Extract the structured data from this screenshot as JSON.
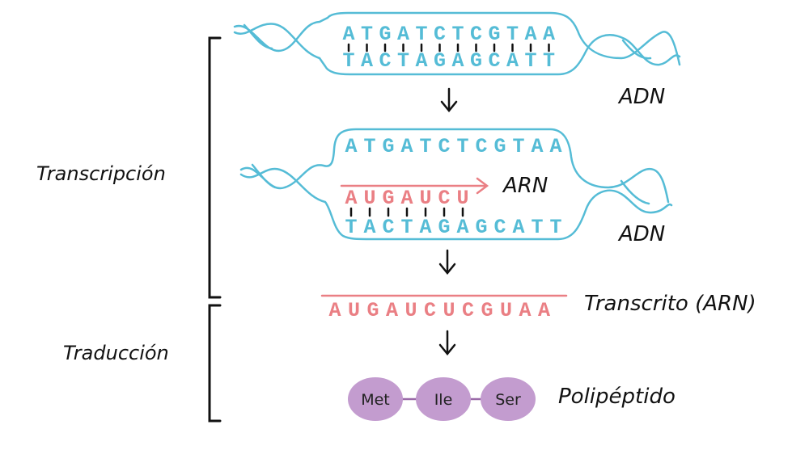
{
  "labels": {
    "transcription": "Transcripción",
    "translation": "Traducción",
    "dna_top": "ADN",
    "dna_bottom": "ADN",
    "rna": "ARN",
    "transcript": "Transcrito (ARN)",
    "polypeptide": "Polipéptido"
  },
  "dna1": {
    "top_strand": [
      "A",
      "T",
      "G",
      "A",
      "T",
      "C",
      "T",
      "C",
      "G",
      "T",
      "A",
      "A"
    ],
    "bottom_strand": [
      "T",
      "A",
      "C",
      "T",
      "A",
      "G",
      "A",
      "G",
      "C",
      "A",
      "T",
      "T"
    ]
  },
  "dna2": {
    "top_strand": [
      "A",
      "T",
      "G",
      "A",
      "T",
      "C",
      "T",
      "C",
      "G",
      "T",
      "A",
      "A"
    ],
    "bottom_strand": [
      "T",
      "A",
      "C",
      "T",
      "A",
      "G",
      "A",
      "G",
      "C",
      "A",
      "T",
      "T"
    ],
    "rna_strand": [
      "A",
      "U",
      "G",
      "A",
      "U",
      "C",
      "U"
    ]
  },
  "transcript_strand": [
    "A",
    "U",
    "G",
    "A",
    "U",
    "C",
    "U",
    "C",
    "G",
    "U",
    "A",
    "A"
  ],
  "amino_acids": [
    "Met",
    "Ile",
    "Ser"
  ],
  "colors": {
    "dna": "#55bcd6",
    "rna": "#ea7f84",
    "amino_acid": "#c39ccf",
    "ink": "#111111"
  }
}
